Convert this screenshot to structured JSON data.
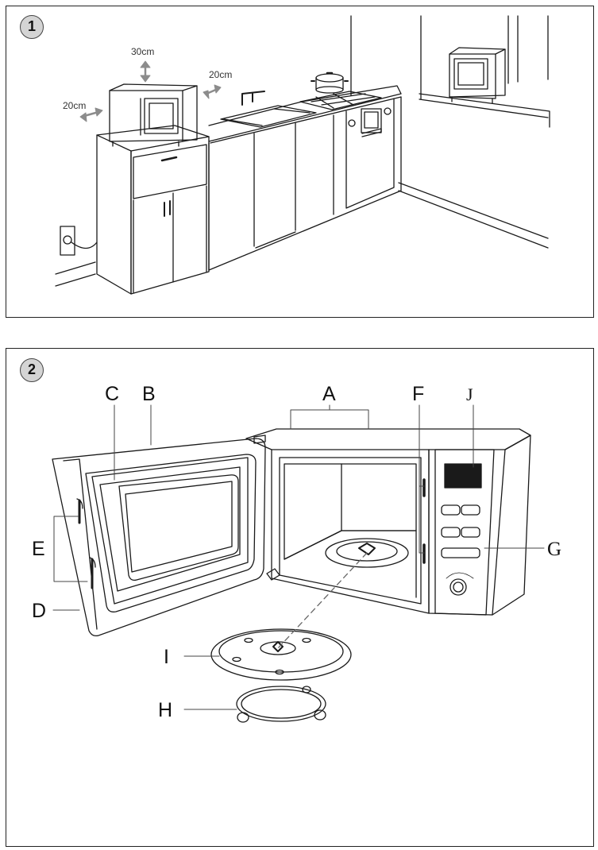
{
  "panel1": {
    "number": "1",
    "clearances": {
      "top": "30cm",
      "right": "20cm",
      "left": "20cm"
    }
  },
  "panel2": {
    "number": "2",
    "labels": {
      "A": "A",
      "B": "B",
      "C": "C",
      "D": "D",
      "E": "E",
      "F": "F",
      "G": "G",
      "H": "H",
      "I": "I",
      "J": "J"
    }
  },
  "colors": {
    "arrow": "#8c8c8c",
    "badge": "#d4d4d4",
    "line": "#1a1a1a"
  }
}
